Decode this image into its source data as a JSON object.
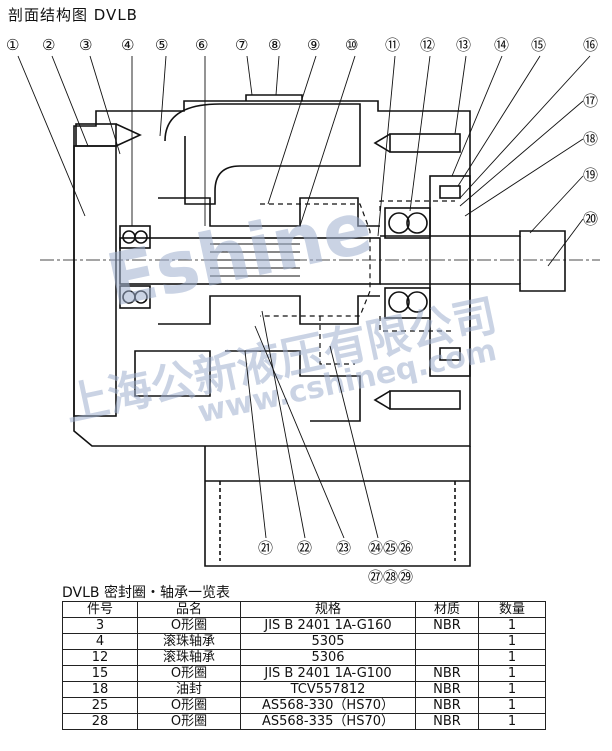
{
  "page_title": "剖面结构图 DVLB",
  "callouts": [
    "①",
    "②",
    "③",
    "④",
    "⑤",
    "⑥",
    "⑦",
    "⑧",
    "⑨",
    "⑩",
    "⑪",
    "⑫",
    "⑬",
    "⑭",
    "⑮",
    "⑯",
    "⑰",
    "⑱",
    "⑲",
    "⑳",
    "㉑",
    "㉒",
    "㉓",
    "㉔㉕㉖",
    "㉗㉘㉙"
  ],
  "watermark": {
    "brand": "Eshine",
    "cn": "上海公新液压有限公司",
    "url": "www.cshineq.com"
  },
  "table": {
    "title": "DVLB 密封圈・轴承一览表",
    "headers": [
      "件号",
      "品名",
      "规格",
      "材质",
      "数量"
    ],
    "rows": [
      [
        "3",
        "O形圈",
        "JIS B 2401 1A-G160",
        "NBR",
        "1"
      ],
      [
        "4",
        "滚珠轴承",
        "5305",
        "",
        "1"
      ],
      [
        "12",
        "滚珠轴承",
        "5306",
        "",
        "1"
      ],
      [
        "15",
        "O形圈",
        "JIS B 2401 1A-G100",
        "NBR",
        "1"
      ],
      [
        "18",
        "油封",
        "TCV557812",
        "NBR",
        "1"
      ],
      [
        "25",
        "O形圈",
        "AS568-330（HS70）",
        "NBR",
        "1"
      ],
      [
        "28",
        "O形圈",
        "AS568-335（HS70）",
        "NBR",
        "1"
      ]
    ]
  }
}
